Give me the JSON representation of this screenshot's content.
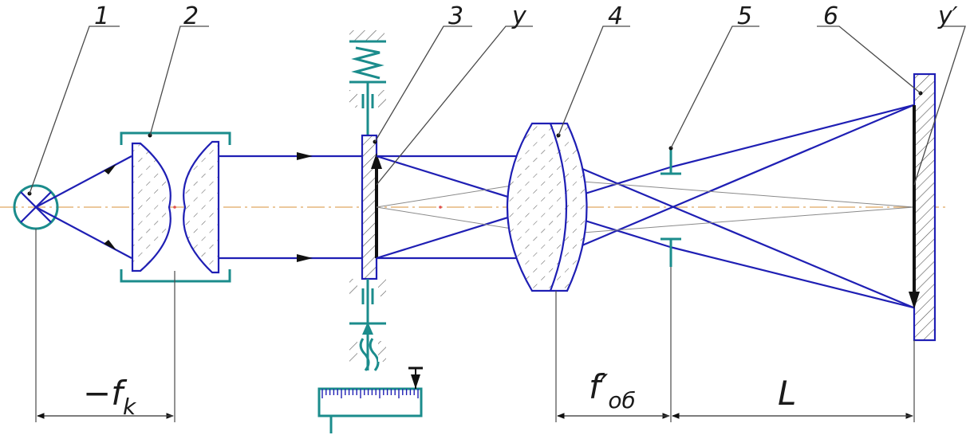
{
  "labels": {
    "l1": "1",
    "l2": "2",
    "l3": "3",
    "l4": "4",
    "l5": "5",
    "l6": "6",
    "y": "y",
    "y_prime": "y′"
  },
  "dimensions": {
    "fk": "−f",
    "fk_sub": "k",
    "fob": "f′",
    "fob_sub": "об",
    "L": "L"
  },
  "colors": {
    "rays": "#1f1fb4",
    "mechanics": "#1b8c8c",
    "axis": "#e0a860",
    "leaders": "#4a4a4a"
  }
}
